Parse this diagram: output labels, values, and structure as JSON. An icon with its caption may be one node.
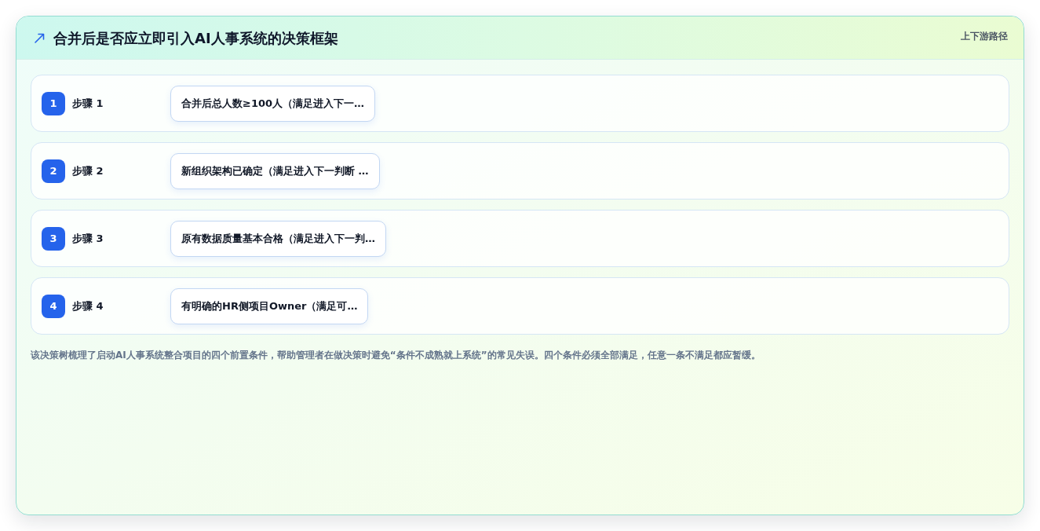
{
  "diagram": {
    "title": "合并后是否应立即引入AI人事系统的决策框架",
    "caption": "该决策树梳理了启动AI人事系统整合项目的四个前置条件，帮助管理者在做决策时避免“条件不成熟就上系统”的常见失误。四个条件必须全部满足，任意一条不满足都应暂缓。",
    "nodes": [
      {
        "text": [
          "步骤 1"
        ]
      },
      {
        "text": [
          "1"
        ],
        "in": 0
      },
      {
        "text": [
          "合并后总人数≥100人（满足进入下一…"
        ],
        "in": 0
      },
      {
        "text": [
          "步骤 2"
        ]
      },
      {
        "text": [
          "2"
        ],
        "in": 3
      },
      {
        "text": [
          "新组织架构已确定（满足进入下一判断 …"
        ],
        "in": 3
      },
      {
        "text": [
          "步骤 3"
        ]
      },
      {
        "text": [
          "3"
        ],
        "in": 6
      },
      {
        "text": [
          "原有数据质量基本合格（满足进入下一判…"
        ],
        "in": 6
      },
      {
        "text": [
          "步骤 4"
        ]
      },
      {
        "text": [
          "4"
        ],
        "in": 9
      },
      {
        "text": [
          "有明确的HR侧项目Owner（满足可…"
        ],
        "in": 9
      }
    ],
    "labels": [
      "上下游路径"
    ]
  }
}
